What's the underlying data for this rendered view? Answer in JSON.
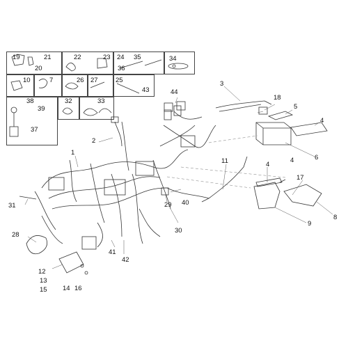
{
  "diagram": {
    "callouts": {
      "c1": "1",
      "c2": "2",
      "c3": "3",
      "c4a": "4",
      "c4b": "4",
      "c4c": "4",
      "c5": "5",
      "c6": "6",
      "c8": "8",
      "c9": "9",
      "c11": "11",
      "c12": "12",
      "c13": "13",
      "c14": "14",
      "c15": "15",
      "c16": "16",
      "c17": "17",
      "c18": "18",
      "c28": "28",
      "c29": "29",
      "c30": "30",
      "c31": "31",
      "c40": "40",
      "c41": "41",
      "c42": "42",
      "c44": "44"
    },
    "kit_boxes": {
      "b19": "19",
      "b21": "21",
      "b20": "20",
      "b22": "22",
      "b23": "23",
      "b24": "24",
      "b35": "35",
      "b36": "36",
      "b34": "34",
      "b10": "10",
      "b7": "7",
      "b26": "26",
      "b27": "27",
      "b25": "25",
      "b43": "43",
      "b38": "38",
      "b39": "39",
      "b37": "37",
      "b32": "32",
      "b33": "33"
    }
  }
}
